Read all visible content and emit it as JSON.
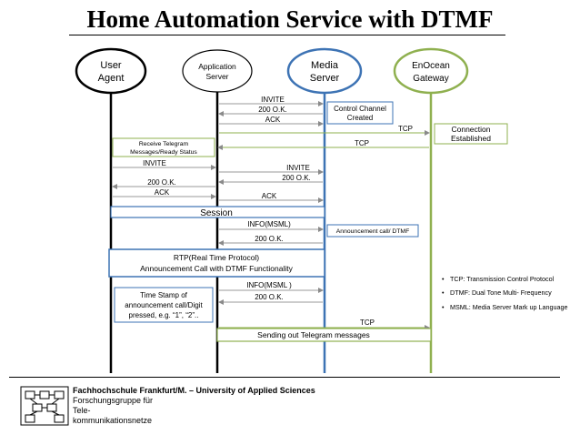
{
  "title": "Home Automation Service with DTMF",
  "colors": {
    "black": "#000000",
    "blue": "#3d73b4",
    "green": "#8fb04f",
    "arrow_gray": "#9a9a9a"
  },
  "actors": [
    {
      "id": "ua",
      "line1": "User",
      "line2": "Agent"
    },
    {
      "id": "as",
      "line1": "Application",
      "line2": "Server"
    },
    {
      "id": "ms",
      "line1": "Media",
      "line2": "Server"
    },
    {
      "id": "gw",
      "line1": "EnOcean",
      "line2": "Gateway"
    }
  ],
  "messages": {
    "invite_1": "INVITE",
    "ok_1": "200 O.K.",
    "ack_1": "ACK",
    "tcp_1": "TCP",
    "tcp_2": "TCP",
    "invite_2": "INVITE",
    "invite_3": "INVITE",
    "ok_2": "200 O.K.",
    "ok_3": "200 O.K.",
    "ack_2": "ACK",
    "ack_3": "ACK",
    "info_1": "INFO(MSML)",
    "ok_4": "200 O.K.",
    "info_2": "INFO(MSML )",
    "ok_5": "200 O.K.",
    "tcp_3": "TCP"
  },
  "boxes": {
    "control_channel": {
      "line1": "Control Channel",
      "line2": "Created"
    },
    "connection": {
      "line1": "Connection",
      "line2": "Established"
    },
    "receive_telegram": {
      "line1": "Receive Telegram",
      "line2": "Messages/Ready Status"
    },
    "session": "Session",
    "announcement": "Announcement call/ DTMF",
    "rtp": {
      "line1": "RTP(Real Time Protocol)",
      "line2": "Announcement Call with DTMF Functionality"
    },
    "timestamp": {
      "line1": "Time Stamp of",
      "line2": "announcement call/Digit",
      "line3": "pressed, e.g. “1”, “2”.."
    },
    "sending": "Sending out Telegram messages"
  },
  "legend": [
    "TCP: Transmission Control Protocol",
    "DTMF: Dual Tone Multi- Frequency",
    "MSML: Media Server   Mark up Language"
  ],
  "footer": {
    "university": "Fachhochschule Frankfurt/M. – University of Applied Sciences",
    "group_line1": "Forschungsgruppe für",
    "group_line2": "Tele-",
    "group_line3": "kommunikationsnetze"
  }
}
